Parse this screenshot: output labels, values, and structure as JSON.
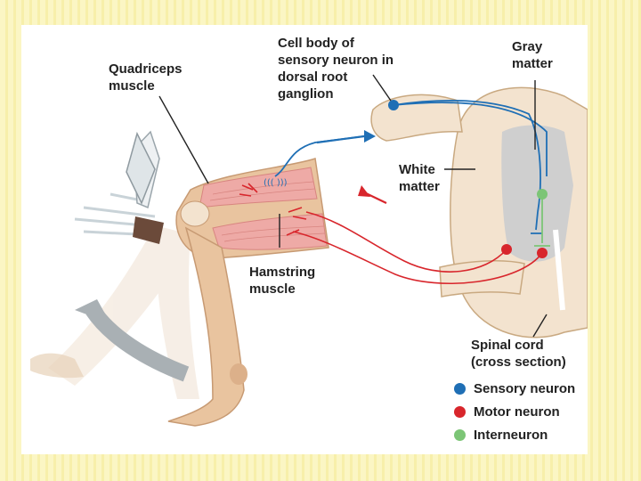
{
  "labels": {
    "quadriceps": "Quadriceps\nmuscle",
    "cell_body": "Cell body of\nsensory neuron in\ndorsal root\nganglion",
    "gray_matter": "Gray\nmatter",
    "white_matter": "White\nmatter",
    "hamstring": "Hamstring\nmuscle",
    "spinal_cord": "Spinal cord\n(cross section)"
  },
  "legend": {
    "items": [
      {
        "label": "Sensory neuron",
        "color": "#1f6fb5"
      },
      {
        "label": "Motor neuron",
        "color": "#d8262c"
      },
      {
        "label": "Interneuron",
        "color": "#7cc576"
      }
    ]
  },
  "colors": {
    "sensory": "#1f6fb5",
    "motor": "#d8262c",
    "interneuron": "#7cc576",
    "gray_matter": "#cfcfcf",
    "skin": "#e9c49f",
    "muscle": "#eeaaa6"
  }
}
